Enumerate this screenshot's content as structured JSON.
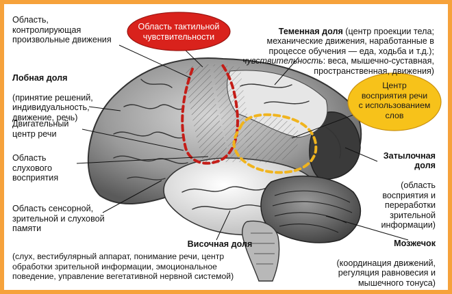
{
  "labels": {
    "voluntary": "Область,\nконтролирующая\nпроизвольные движения",
    "frontal_title": "Лобная доля",
    "frontal_desc": "(принятие решений,\nиндивидуальность,\nдвижение, речь)",
    "motor_speech": "Двигательный\nцентр речи",
    "auditory": "Область\nслухового\nвосприятия",
    "sensory_memory": "Область сенсорной,\nзрительной и слуховой\nпамяти",
    "tactile_bubble": "Область тактильной\nчувствительности",
    "parietal_title": "Теменная доля",
    "parietal_desc1": " (центр проекции тела;\nмеханические движения, наработанные в\nпроцессе обучения — еда, ходьба и т.д.);",
    "parietal_sens_word": "чувствительность",
    "parietal_desc2": ": веса, мышечно-суставная,\nпространственная, движения)",
    "speech_bubble": "Центр\nвосприятия речи\nс использованием\nслов",
    "occipital_title": "Затылочная\nдоля",
    "occipital_desc": "(область\nвосприятия и\nпереработки\nзрительной\nинформации)",
    "cerebellum_title": "Мозжечок",
    "cerebellum_desc": "(координация движений,\nрегуляция равновесия и\nмышечного тонуса)",
    "temporal_title": "Височная доля",
    "temporal_desc": "(слух, вестибулярный аппарат, понимание речи, центр\nобработки зрительной информации, эмоциональное\nповедение, управление вегетативной нервной системой)"
  },
  "colors": {
    "frame": "#f6a23b",
    "tactile_bubble_fill": "#d9221c",
    "tactile_bubble_text": "#ffffff",
    "speech_bubble_fill": "#f7c21a",
    "speech_bubble_text": "#1a1a1a",
    "tactile_outline": "#c41d18",
    "speech_outline": "#f0b41e"
  }
}
